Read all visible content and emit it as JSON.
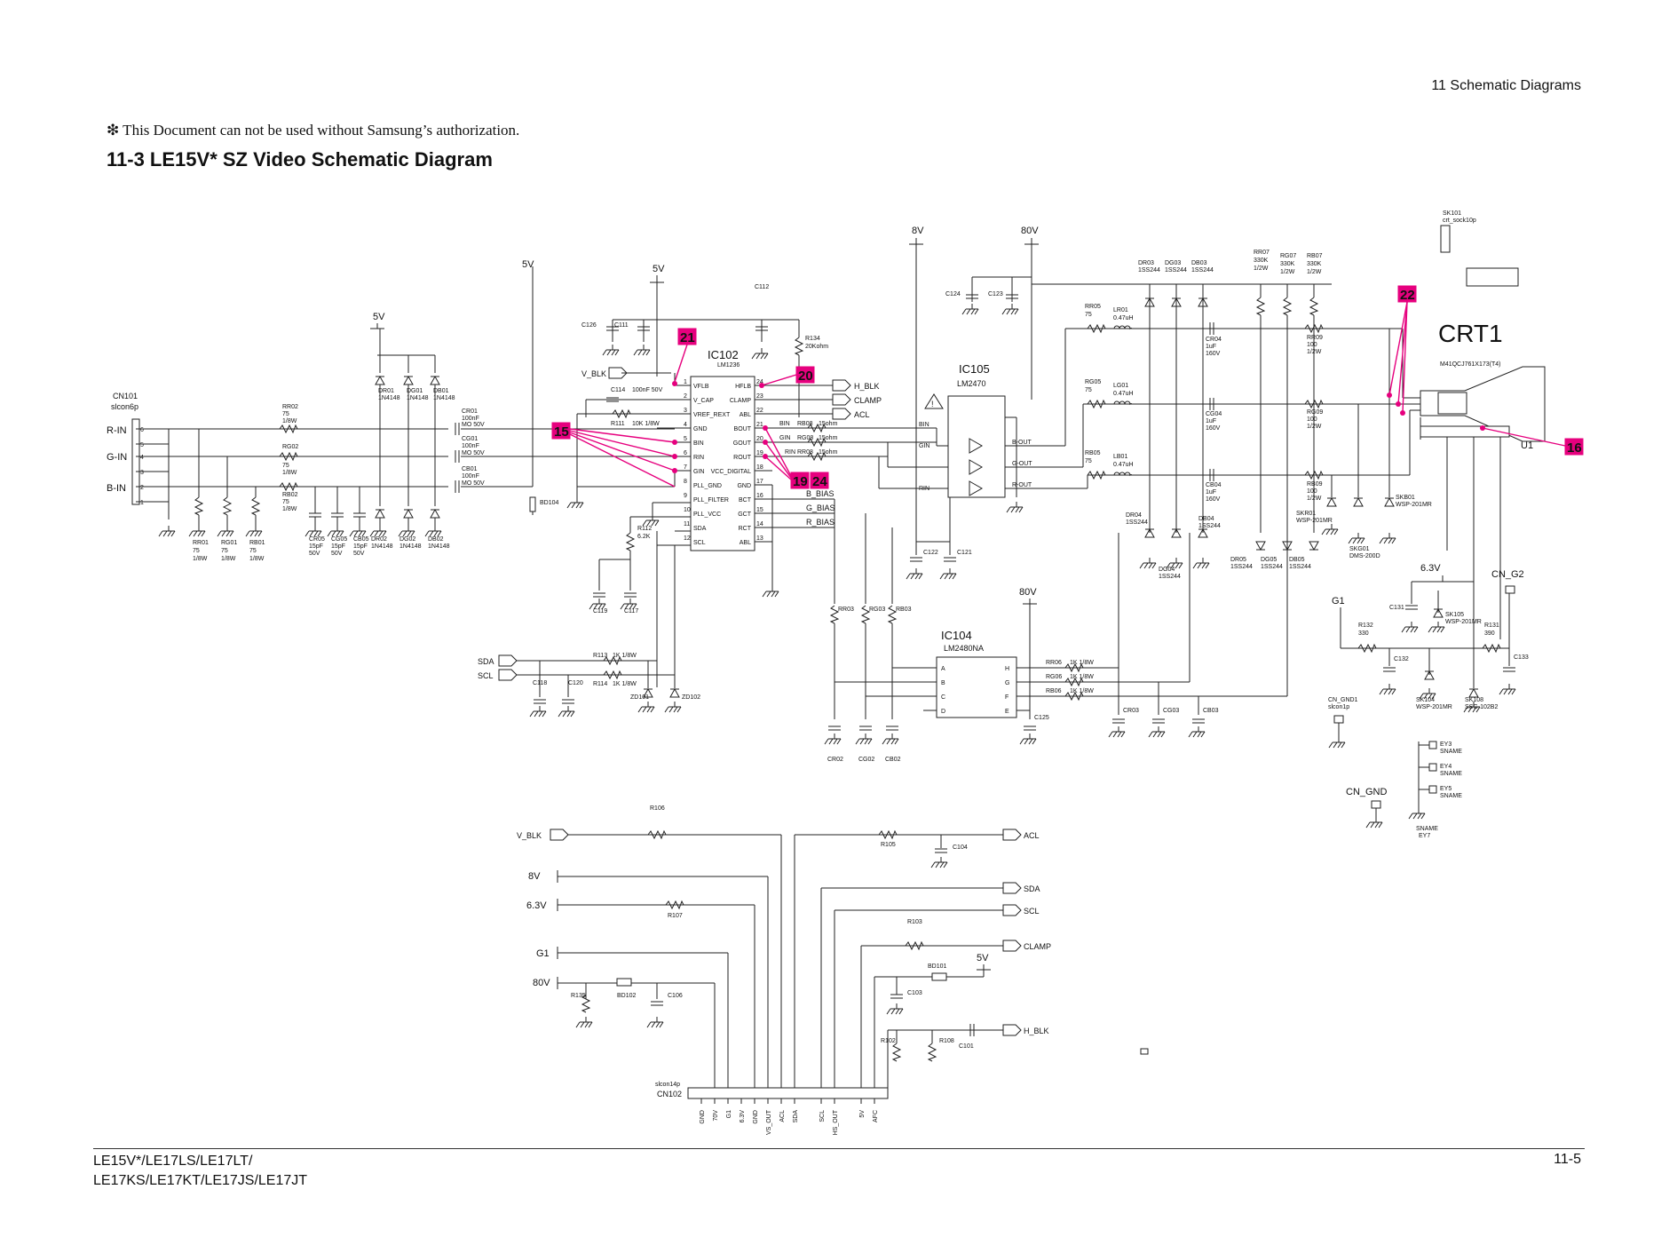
{
  "header": {
    "section": "11 Schematic Diagrams"
  },
  "notice": "❇ This Document can not be used without Samsung’s authorization.",
  "title": "11-3 LE15V* SZ Video Schematic Diagram",
  "footer": {
    "models_line1": "LE15V*/LE17LS/LE17LT/",
    "models_line2": "LE17KS/LE17KT/LE17JS/LE17JT",
    "page": "11-5"
  },
  "colors": {
    "callout": "#e6007e",
    "ink": "#222222"
  },
  "labels": {
    "cn101_name": "CN101",
    "cn101_type": "slcon6p",
    "r_in": "R-IN",
    "g_in": "G-IN",
    "b_in": "B-IN",
    "v5_a": "5V",
    "v5_b": "5V",
    "v5_c": "5V",
    "v5_d": "5V",
    "v8": "8V",
    "v80_a": "80V",
    "v80_b": "80V",
    "ic102": "IC102",
    "ic102_part": "LM1236",
    "ic105": "IC105",
    "ic105_part": "LM2470",
    "ic104": "IC104",
    "ic104_part": "LM2480NA",
    "crt1": "CRT1",
    "crt1_part": "M41QCJ761X173(T4)",
    "u1": "U1",
    "sk101": "SK101",
    "sk101_type": "crt_sock10p",
    "v_blk": "V_BLK",
    "h_blk": "H_BLK",
    "clamp": "CLAMP",
    "acl": "ACL",
    "b_bias": "B_BIAS",
    "g_bias": "G_BIAS",
    "r_bias": "R_BIAS",
    "sda": "SDA",
    "scl": "SCL",
    "b_out": "B-OUT",
    "g_out": "G-OUT",
    "r_out": "R-OUT",
    "bin": "BIN",
    "gin": "GIN",
    "rin": "RIN",
    "v63": "6.3V",
    "g1": "G1",
    "cn_g2": "CN_G2",
    "cn_gnd": "CN_GND",
    "cn_gnd1": "CN_GND1",
    "cn_gnd1_type": "slcon1p",
    "sk105": "SK105",
    "sk105_part": "WSP-201MR",
    "sk104": "SK104",
    "sk104_part": "WSP-201MR",
    "sk108": "SK108",
    "sk108_part": "SSG-102B2",
    "skb01": "SKB01",
    "skb01_part": "WSP-201MR",
    "skr01": "SKR01",
    "skr01_part": "WSP-201MR",
    "skg01": "SKG01",
    "skg01_part": "DMS-200D",
    "ey3": "EY3",
    "ey4": "EY4",
    "ey5": "EY5",
    "ey7": "EY7",
    "sname": "SNAME",
    "bl_v_blk": "V_BLK",
    "bl_8v": "8V",
    "bl_63v": "6.3V",
    "bl_g1": "G1",
    "bl_80v": "80V",
    "bl_acl": "ACL",
    "bl_sda": "SDA",
    "bl_scl": "SCL",
    "bl_clamp": "CLAMP",
    "bl_5v": "5V",
    "bl_h_blk": "H_BLK",
    "cn102": "CN102",
    "cn102_type": "slcon14p",
    "bd104": "BD104",
    "bd101": "BD101",
    "bd102": "BD102",
    "zd101": "ZD101",
    "zd102": "ZD102"
  },
  "ic102_pins_left": [
    "VFLB",
    "V_CAP",
    "VREF_REXT",
    "GND",
    "BIN",
    "RIN",
    "GIN",
    "PLL_GND",
    "PLL_FILTER",
    "PLL_VCC",
    "SDA",
    "SCL"
  ],
  "ic102_pins_right": [
    "HFLB",
    "CLAMP",
    "ABL",
    "BOUT",
    "GOUT",
    "ROUT",
    "VCC_DIGITAL",
    "GND",
    "BCT",
    "GCT",
    "RCT",
    "ABL"
  ],
  "ic104_pins": [
    "A",
    "B",
    "C",
    "D",
    "H",
    "G",
    "F",
    "E"
  ],
  "cn102_pins": [
    "GND",
    "70V",
    "G1",
    "6.3V",
    "GND",
    "VS_OUT",
    "ACL",
    "SDA",
    "SCL",
    "HS_OUT",
    "5V",
    "AFC"
  ],
  "callouts": [
    "15",
    "16",
    "19",
    "20",
    "21",
    "22",
    "24"
  ],
  "components": {
    "rr02": "RR02",
    "rr02_v": "75",
    "rr02_w": "1/8W",
    "rg02": "RG02",
    "rg02_v": "75",
    "rg02_w": "1/8W",
    "rb02": "RB02",
    "rb02_v": "75",
    "rb02_w": "1/8W",
    "rr01": "RR01",
    "rg01": "RG01",
    "rb01": "RB01",
    "r75": "75",
    "w18": "1/8W",
    "cr05": "CR05",
    "cg05": "CG05",
    "cb05": "CB05",
    "c15p": "15pF",
    "v50": "50V",
    "dr02": "DR02",
    "dg02": "DG02",
    "db02": "DB02",
    "dr01": "DR01",
    "dg01": "DG01",
    "db01": "DB01",
    "d1n4148": "1N4148",
    "cr01": "CR01",
    "cg01": "CG01",
    "cb01": "CB01",
    "c100n": "100nF",
    "mo50": "MO  50V",
    "c126": "C126",
    "c111": "C111",
    "c112": "C112",
    "c114": "C114",
    "c114_v": "100nF   50V",
    "r111": "R111",
    "r111_v": "10K   1/8W",
    "r134": "R134",
    "r134_v": "20Kohm",
    "r112": "R112",
    "r112_v": "6.2K",
    "c119": "C119",
    "c117": "C117",
    "c118": "C118",
    "c120": "C120",
    "r113": "R113",
    "r114": "R114",
    "r1k": "1K   1/8W",
    "rb08": "RB08",
    "rg08": "RG08",
    "rr08": "RR08",
    "r15": "15ohm",
    "c124": "C124",
    "c123": "C123",
    "c122": "C122",
    "c121": "C121",
    "rr03": "RR03",
    "rg03": "RG03",
    "rb03": "RB03",
    "cr02": "CR02",
    "cg02": "CG02",
    "cb02": "CB02",
    "rr06": "RR06",
    "rg06": "RG06",
    "rb06": "RB06",
    "rr06_v": "1K  1/8W",
    "c125": "C125",
    "cr03": "CR03",
    "cg03": "CG03",
    "cb03": "CB03",
    "rr05": "RR05",
    "rg05": "RG05",
    "rb05": "RB05",
    "lr01": "LR01",
    "lg01": "LG01",
    "lb01": "LB01",
    "l047": "0.47uH",
    "cr04": "CR04",
    "cg04": "CG04",
    "cb04": "CB04",
    "c1u": "1uF",
    "v160": "160V",
    "dr03": "DR03",
    "dg03": "DG03",
    "db03": "DB03",
    "d1ss244": "1SS244",
    "dr04": "DR04",
    "dg04": "DG04",
    "db04": "DB04",
    "dr05": "DR05",
    "dg05": "DG05",
    "db05": "DB05",
    "rr07": "RR07",
    "rg07": "RG07",
    "rb07": "RB07",
    "r330k": "330K",
    "w12": "1/2W",
    "rr09": "RR09",
    "rg09": "RG09",
    "rb09": "RB09",
    "r100": "100",
    "c131": "C131",
    "c132": "C132",
    "c133": "C133",
    "r132": "R132",
    "r131": "R131",
    "r330": "330",
    "r390": "390",
    "r106": "R106",
    "r105": "R105",
    "r107": "R107",
    "r103": "R103",
    "r135": "R135",
    "r102": "R102",
    "r108": "R108",
    "c104": "C104",
    "c106": "C106",
    "c103": "C103",
    "c101": "C101"
  }
}
